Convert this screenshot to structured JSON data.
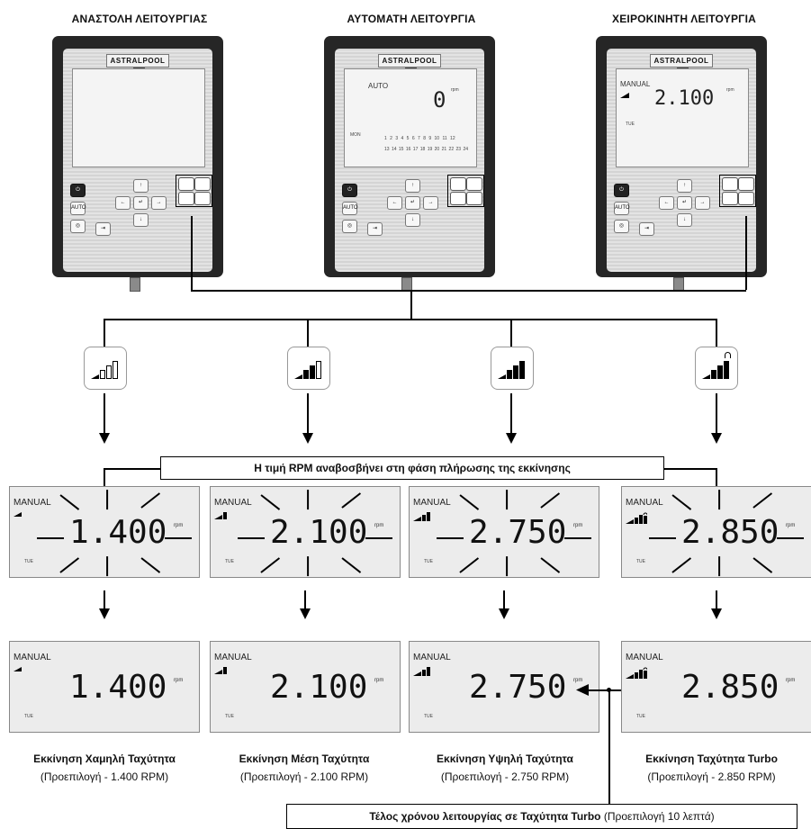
{
  "titles": {
    "left": "ΑΝΑΣΤΟΛΗ ΛΕΙΤΟΥΡΓΙΑΣ",
    "center": "ΑΥΤΟΜΑΤΗ ΛΕΙΤΟΥΡΓΙΑ",
    "right": "ΧΕΙΡΟΚΙΝΗΤΗ ΛΕΙΤΟΥΡΓΙΑ"
  },
  "device": {
    "brand": "ASTRALPOOL",
    "auto_button": "AUTO",
    "auto_mode": "AUTO",
    "auto_value": "0",
    "manual_mode": "MANUAL",
    "manual_value": "2.100",
    "rpm_unit": "rpm",
    "day_mon": "MON",
    "day_tue": "TUE",
    "hours_row1": "1 2 3 4 5 6 7 8 9 10 11 12",
    "hours_row2": "13 14 15 16 17 18 19 20 21 22 23 24"
  },
  "speed_icons": [
    "low-speed-icon",
    "medium-speed-icon",
    "high-speed-icon",
    "turbo-speed-icon"
  ],
  "banner_top": "Η τιμή RPM αναβοσβήνει στη φάση πλήρωσης της εκκίνησης",
  "display": {
    "mode": "MANUAL",
    "day": "TUE",
    "unit": "rpm"
  },
  "speeds": [
    {
      "rpm": "1.400",
      "level": 1,
      "label": "Εκκίνηση Χαμηλή Ταχύτητα",
      "default": "(Προεπιλογή - 1.400 RPM)"
    },
    {
      "rpm": "2.100",
      "level": 2,
      "label": "Εκκίνηση Μέση Ταχύτητα",
      "default": "(Προεπιλογή - 2.100 RPM)"
    },
    {
      "rpm": "2.750",
      "level": 3,
      "label": "Εκκίνηση Υψηλή Ταχύτητα",
      "default": "(Προεπιλογή - 2.750 RPM)"
    },
    {
      "rpm": "2.850",
      "level": 4,
      "label": "Εκκίνηση Ταχύτητα Turbo",
      "default": "(Προεπιλογή - 2.850 RPM)"
    }
  ],
  "banner_bottom": {
    "bold": "Τέλος χρόνου λειτουργίας σε Ταχύτητα  Turbo",
    "normal": " (Προεπιλογή 10 λεπτά)"
  },
  "colors": {
    "line": "#000000",
    "device_body": "#262626",
    "panel": "#dcdcdc",
    "lcd": "#ececec"
  }
}
